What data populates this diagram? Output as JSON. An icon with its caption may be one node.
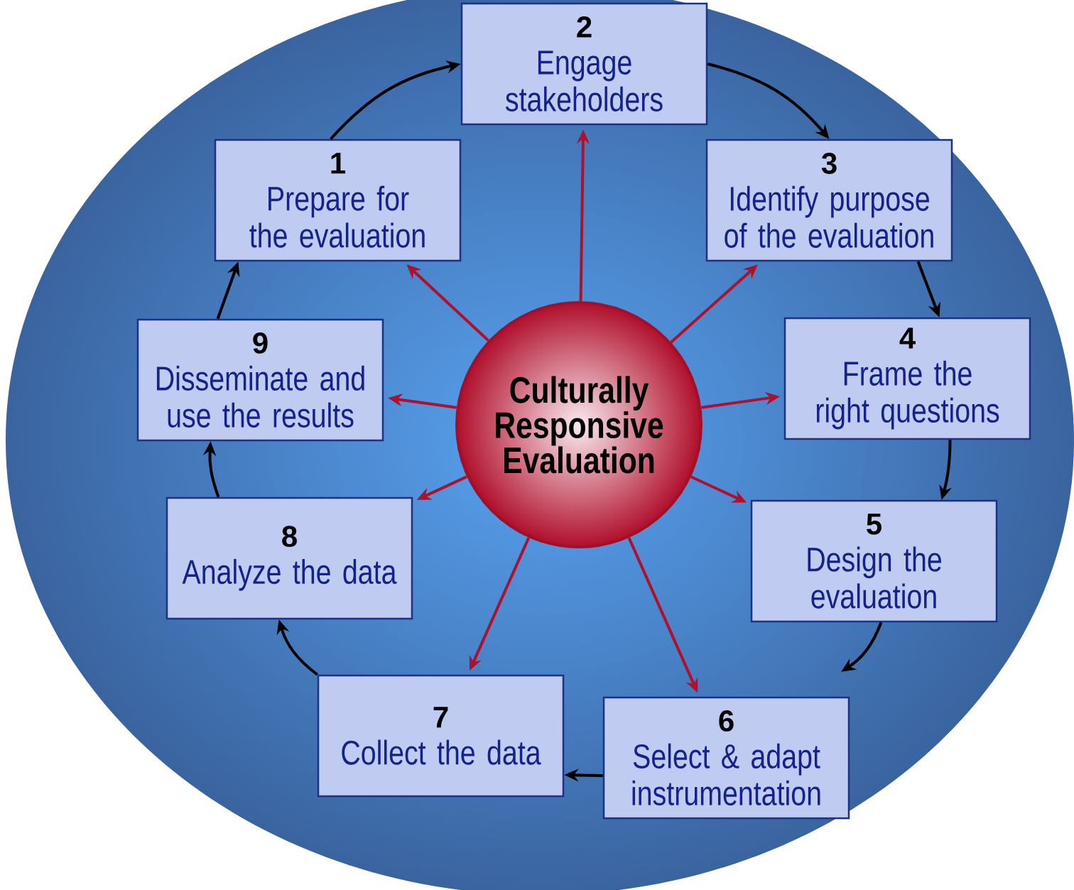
{
  "diagram": {
    "nodes": [
      {
        "text": [
          "1",
          "Prepare for the evaluation"
        ]
      },
      {
        "text": [
          "2",
          "Engage stakeholders"
        ]
      },
      {
        "text": [
          "3",
          "Identify purpose of the evaluation"
        ]
      },
      {
        "text": [
          "4",
          "Frame the right questions"
        ]
      },
      {
        "text": [
          "5",
          "Design the evaluation"
        ]
      },
      {
        "text": [
          "6",
          "Select & adapt instrumentation"
        ]
      },
      {
        "text": [
          "7",
          "Collect the data"
        ]
      },
      {
        "text": [
          "8",
          "Analyze the data"
        ]
      },
      {
        "text": [
          "9",
          "Disseminate and use the results"
        ]
      },
      {
        "text": [
          "Culturally Responsive Evaluation"
        ]
      }
    ],
    "edges": [
      {
        "from": 0,
        "to": 1,
        "arrow": "to"
      },
      {
        "from": 1,
        "to": 2,
        "arrow": "to"
      },
      {
        "from": 2,
        "to": 3,
        "arrow": "to"
      },
      {
        "from": 3,
        "to": 4,
        "arrow": "to"
      },
      {
        "from": 4,
        "to": 5,
        "arrow": "to"
      },
      {
        "from": 5,
        "to": 6,
        "arrow": "to"
      },
      {
        "from": 6,
        "to": 7,
        "arrow": "to"
      },
      {
        "from": 7,
        "to": 8,
        "arrow": "to"
      },
      {
        "from": 8,
        "to": 0,
        "arrow": "to"
      },
      {
        "from": 9,
        "to": 1,
        "arrow": "to",
        "color": "#b0102c"
      },
      {
        "from": 9,
        "to": 0,
        "arrow": "to",
        "color": "#b0102c"
      },
      {
        "from": 9,
        "to": 2,
        "arrow": "to",
        "color": "#b0102c"
      },
      {
        "from": 9,
        "to": 8,
        "arrow": "to",
        "color": "#b0102c"
      },
      {
        "from": 9,
        "to": 3,
        "arrow": "to",
        "color": "#b0102c"
      },
      {
        "from": 9,
        "to": 7,
        "arrow": "to",
        "color": "#b0102c"
      },
      {
        "from": 9,
        "to": 4,
        "arrow": "to",
        "color": "#b0102c"
      },
      {
        "from": 9,
        "to": 6,
        "arrow": "to",
        "color": "#b0102c"
      },
      {
        "from": 9,
        "to": 5,
        "arrow": "to",
        "color": "#b0102c"
      }
    ]
  }
}
